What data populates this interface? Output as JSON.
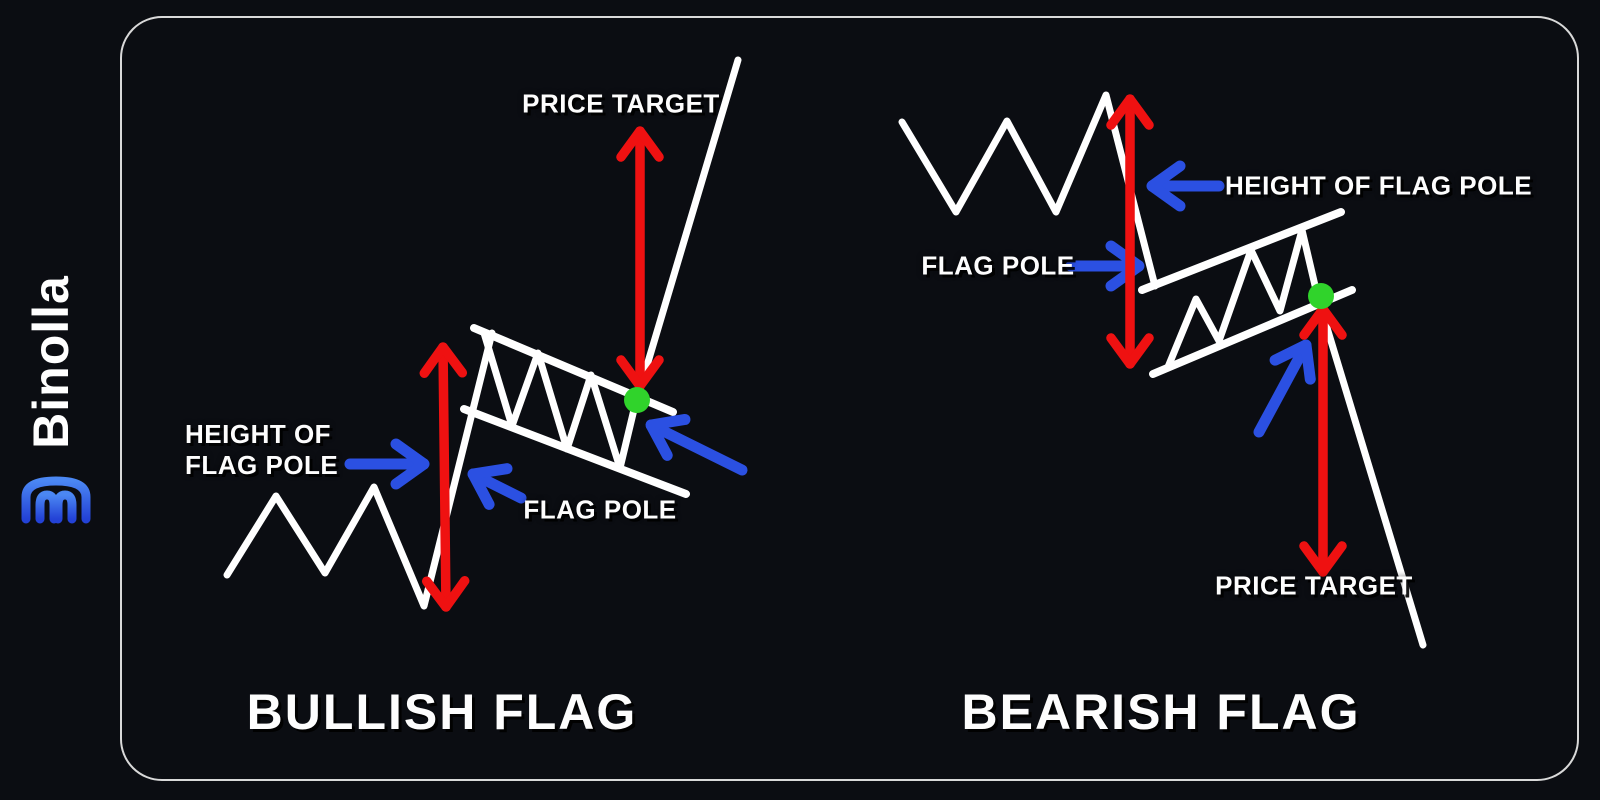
{
  "brand": {
    "name": "Binolla",
    "logo_gradient_top": "#4b87f3",
    "logo_gradient_bottom": "#2342d6"
  },
  "colors": {
    "background": "#0b0d12",
    "frame": "#d9d9d9",
    "white": "#ffffff",
    "red": "#ef1111",
    "blue": "#2b50e2",
    "green": "#30d32b"
  },
  "bullish": {
    "title": "BULLISH FLAG",
    "price_target_label": "PRICE TARGET",
    "height_label_line1": "HEIGHT OF",
    "height_label_line2": "FLAG POLE",
    "flag_pole_label": "FLAG POLE"
  },
  "bearish": {
    "title": "BEARISH FLAG",
    "price_target_label": "PRICE TARGET",
    "height_label": "HEIGHT OF FLAG POLE",
    "flag_pole_label": "FLAG POLE"
  }
}
